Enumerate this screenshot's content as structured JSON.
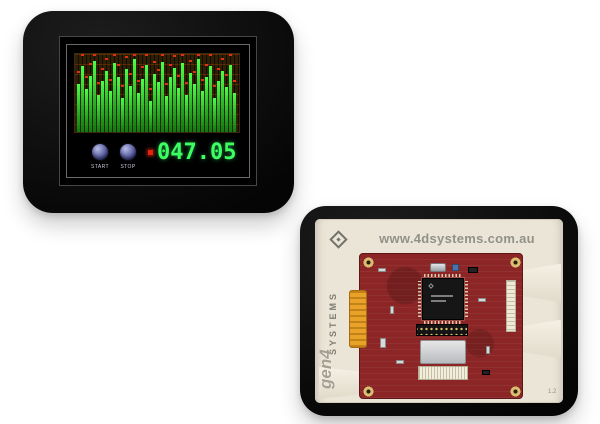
{
  "front_device": {
    "screen": {
      "start_label": "START",
      "stop_label": "STOP",
      "reading": "047.05",
      "display_color": "#3cff62",
      "indicator_color": "#e1250f"
    },
    "spectrum": {
      "bar_color_top": "#49ff49",
      "bar_color_bottom": "#0f7a0f",
      "peak_color": "#e03213",
      "bars": [
        0.62,
        0.84,
        0.55,
        0.72,
        0.91,
        0.48,
        0.66,
        0.78,
        0.52,
        0.88,
        0.7,
        0.44,
        0.81,
        0.59,
        0.93,
        0.5,
        0.68,
        0.86,
        0.4,
        0.74,
        0.64,
        0.9,
        0.46,
        0.7,
        0.82,
        0.56,
        0.88,
        0.48,
        0.76,
        0.62,
        0.94,
        0.52,
        0.7,
        0.84,
        0.44,
        0.66,
        0.78,
        0.58,
        0.86,
        0.5
      ],
      "peaks": [
        0.76,
        0.97,
        0.69,
        0.86,
        0.97,
        0.62,
        0.8,
        0.92,
        0.66,
        0.97,
        0.84,
        0.58,
        0.95,
        0.73,
        0.97,
        0.64,
        0.82,
        0.97,
        0.54,
        0.88,
        0.78,
        0.97,
        0.6,
        0.84,
        0.96,
        0.7,
        0.97,
        0.62,
        0.9,
        0.76,
        0.97,
        0.66,
        0.84,
        0.97,
        0.58,
        0.8,
        0.92,
        0.72,
        0.97,
        0.64
      ]
    }
  },
  "back_device": {
    "website": "www.4dsystems.com.au",
    "brand_vertical": "SYSTEMS",
    "model_label": "gen4",
    "rev_label": "1.2",
    "logo": "4d-diamond"
  }
}
